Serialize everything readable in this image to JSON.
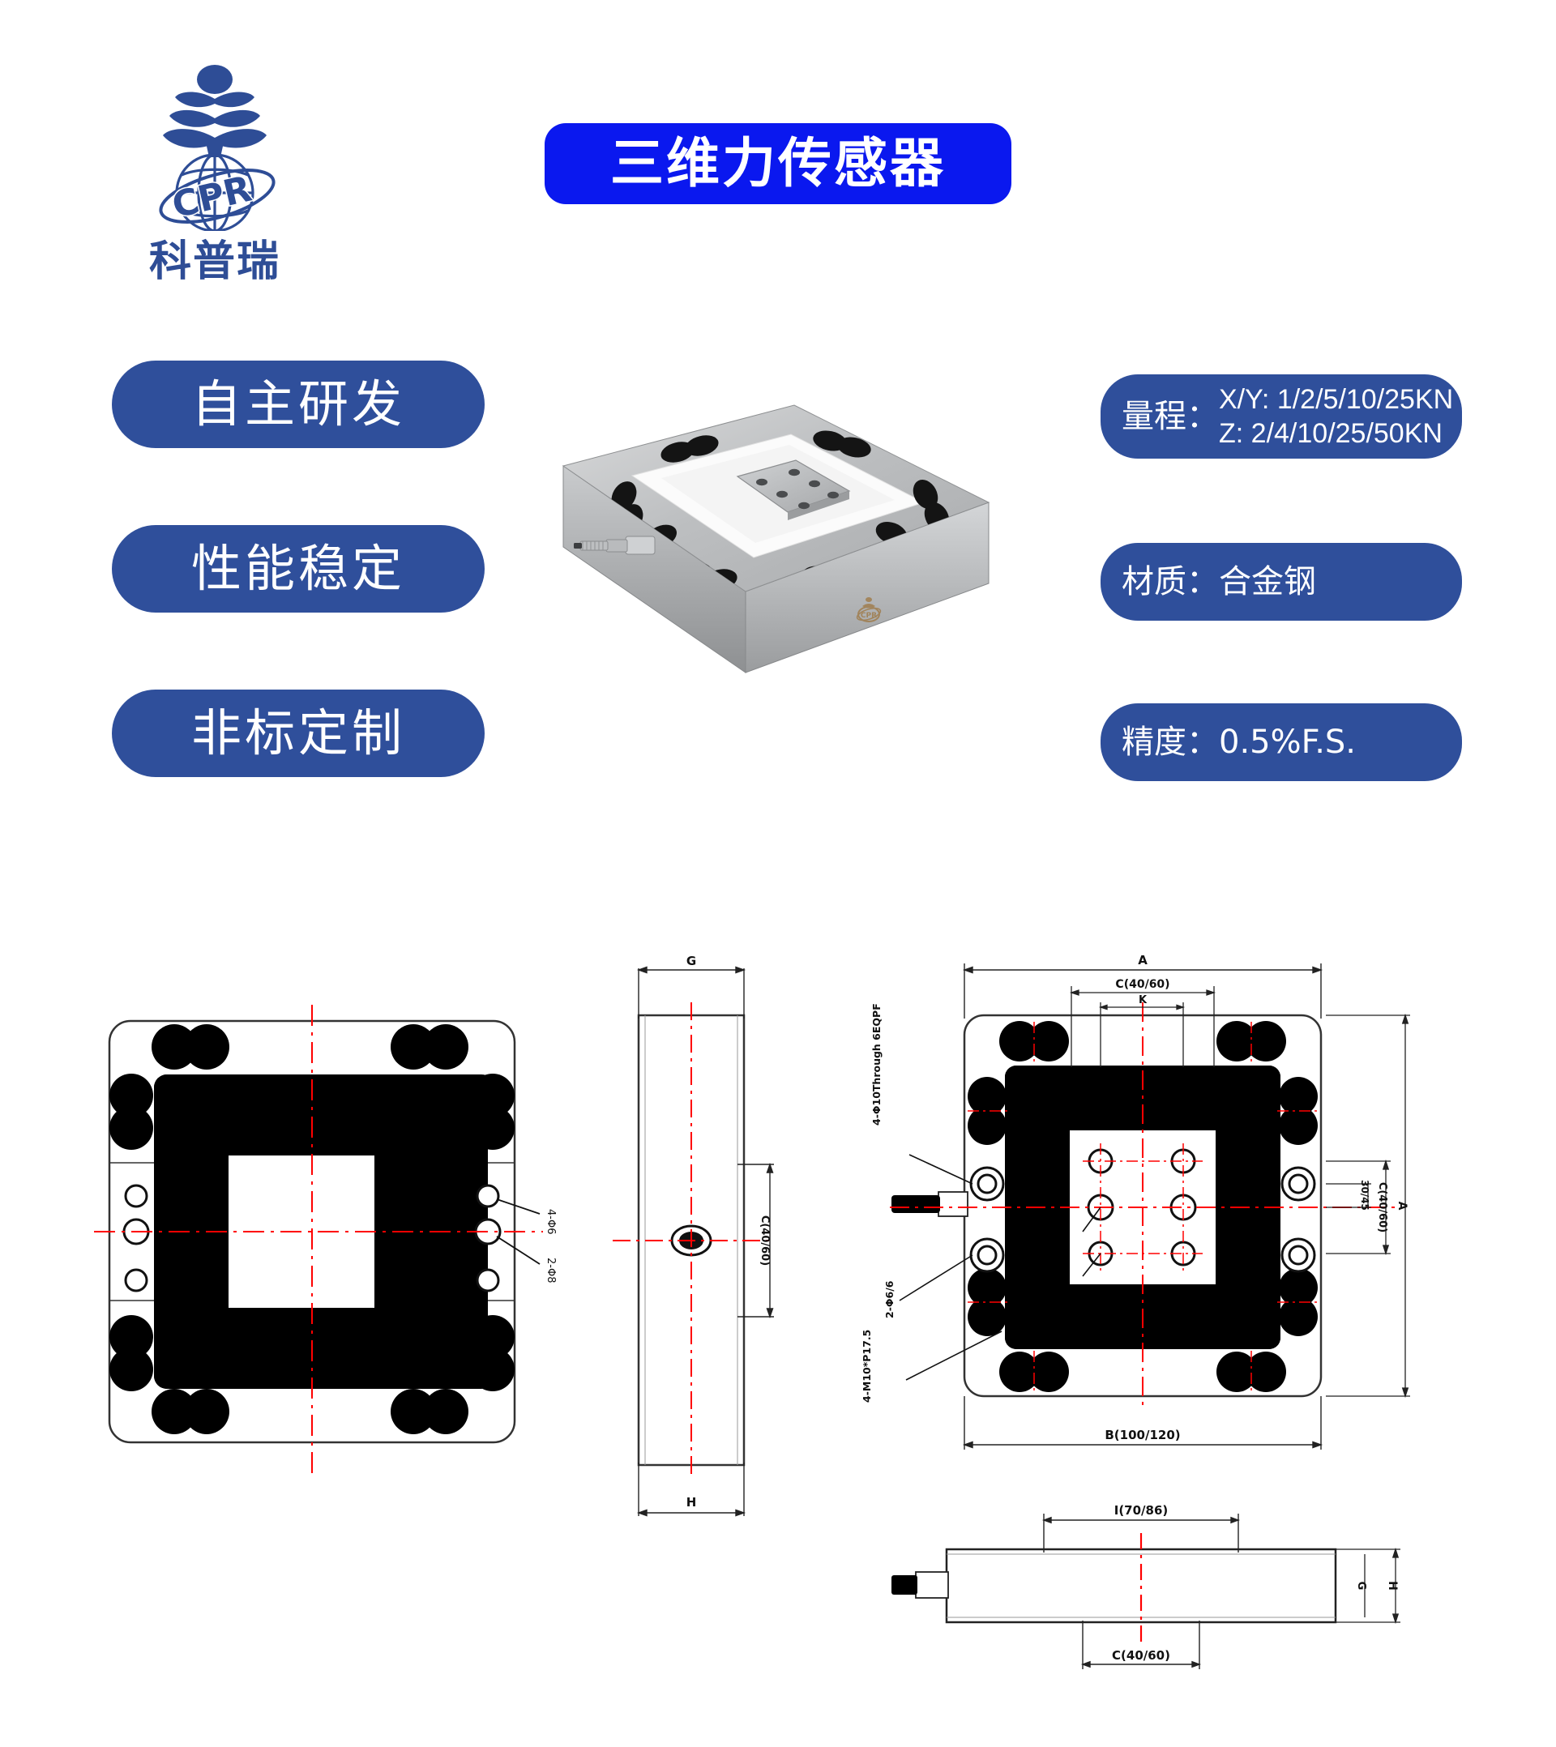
{
  "brand": {
    "logo_icon": "cpr-globe-pinecone-logo",
    "logo_text": "CPR",
    "name_cn": "科普瑞",
    "color": "#2e4d96"
  },
  "header": {
    "title": "三维力传感器",
    "title_bg": "#0a18ef",
    "title_color": "#ffffff"
  },
  "features": {
    "badge_color": "#2f4f9b",
    "items": [
      {
        "label": "自主研发"
      },
      {
        "label": "性能稳定"
      },
      {
        "label": "非标定制"
      }
    ]
  },
  "specs": {
    "badge_color": "#2f4f9b",
    "range": {
      "label": "量程：",
      "line1": "X/Y: 1/2/5/10/25KN",
      "line2": "Z:  2/4/10/25/50KN"
    },
    "material": {
      "label": "材质：",
      "value": "合金钢"
    },
    "accuracy": {
      "label": "精度：",
      "value": "0.5%F.S."
    }
  },
  "product_photo": {
    "alt": "三维力传感器实物图",
    "engraving": "CPR"
  },
  "drawings": {
    "bottom_view": {
      "name": "bottom-view",
      "callouts": [
        "4-Φ6",
        "2-Φ8"
      ]
    },
    "side_view": {
      "name": "side-view",
      "dims": {
        "top": "G",
        "bottom": "H",
        "right": "C(40/60)"
      }
    },
    "top_view": {
      "name": "top-view",
      "dims": {
        "width": "A",
        "inner": "C(40/60)",
        "inner2": "K",
        "bottom": "B(100/120)",
        "right": "A",
        "right2": "C(40/60)",
        "right3": "30/45"
      },
      "callouts": [
        "4-Φ10Through 6EQPF",
        "2-Φ6/6",
        "4-M10*P17.5"
      ]
    },
    "front_view": {
      "name": "front-view",
      "dims": {
        "top": "I(70/86)",
        "bottom": "C(40/60)",
        "right": "H",
        "right2": "G"
      }
    }
  }
}
